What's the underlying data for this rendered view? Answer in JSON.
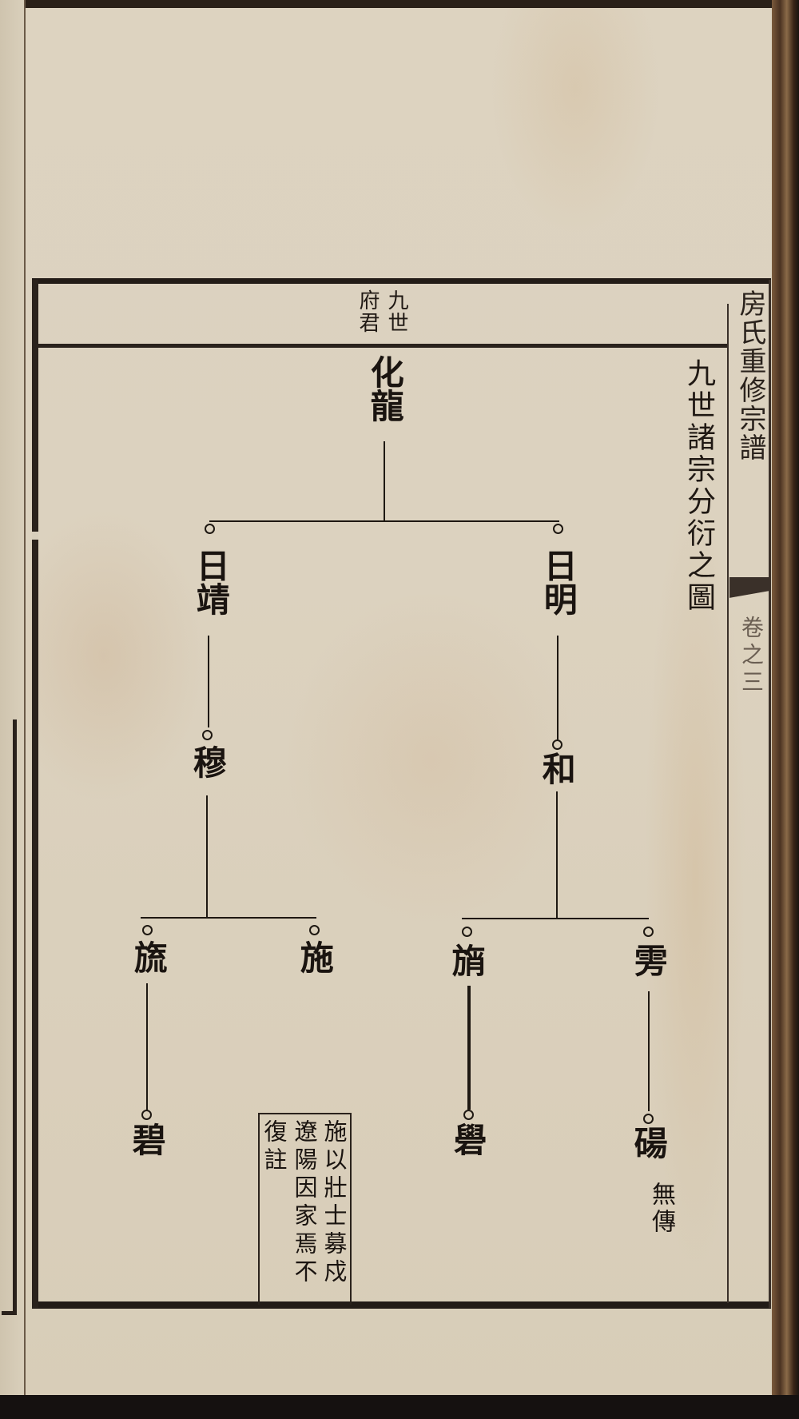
{
  "document": {
    "type": "genealogy-chart-page",
    "spine": {
      "title": "房氏重修宗譜",
      "volume": "卷之三"
    },
    "header": {
      "columns": [
        "九世",
        "府君"
      ]
    },
    "chart_title": "九世諸宗分衍之圖",
    "tree": {
      "root": "化龍",
      "gen1": [
        "日靖",
        "日明"
      ],
      "gen2": [
        "穆",
        "和"
      ],
      "gen3": [
        "旒",
        "施",
        "旓",
        "雱"
      ],
      "gen4": [
        "碧",
        "礐",
        "碭"
      ]
    },
    "notes": {
      "annotation_columns": [
        "施以壯士募戍",
        "遼陽因家焉不",
        "復註"
      ],
      "no_heir": "無傳"
    },
    "colors": {
      "paper": "#dcd2bf",
      "ink": "#1a1410",
      "frame": "#231c17",
      "binding": "#4a3222"
    }
  }
}
